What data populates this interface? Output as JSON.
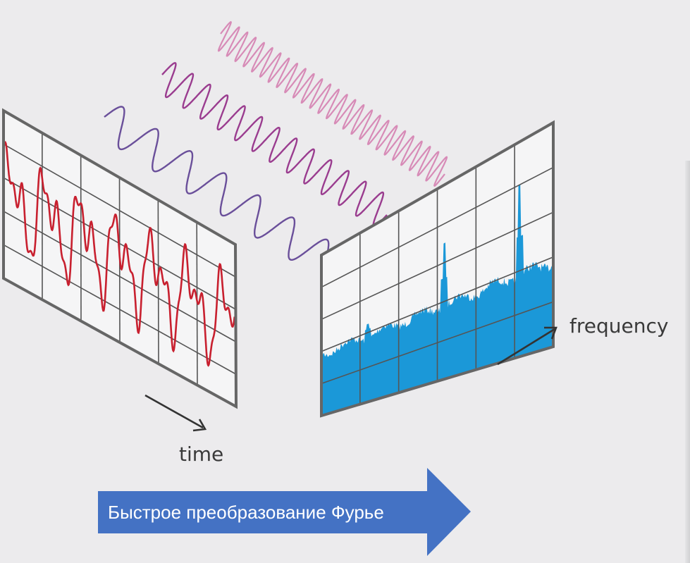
{
  "labels": {
    "time": "time",
    "frequency": "frequency"
  },
  "banner": {
    "text": "Быстрое преобразование Фурье",
    "color": "#4472c4"
  },
  "colors": {
    "background": "#ecebed",
    "panel_frame": "#666666",
    "grid": "#555555",
    "time_signal": "#c8202f",
    "spectrum": "#1b98d8",
    "arrow": "#333333",
    "wave_low": "#6a4f9a",
    "wave_mid": "#9a3c8f",
    "wave_high": "#d78bb7"
  },
  "component_waves": [
    {
      "name": "low-frequency-wave",
      "cycles": 6.5
    },
    {
      "name": "mid-frequency-wave",
      "cycles": 13
    },
    {
      "name": "high-frequency-wave",
      "cycles": 27
    }
  ]
}
